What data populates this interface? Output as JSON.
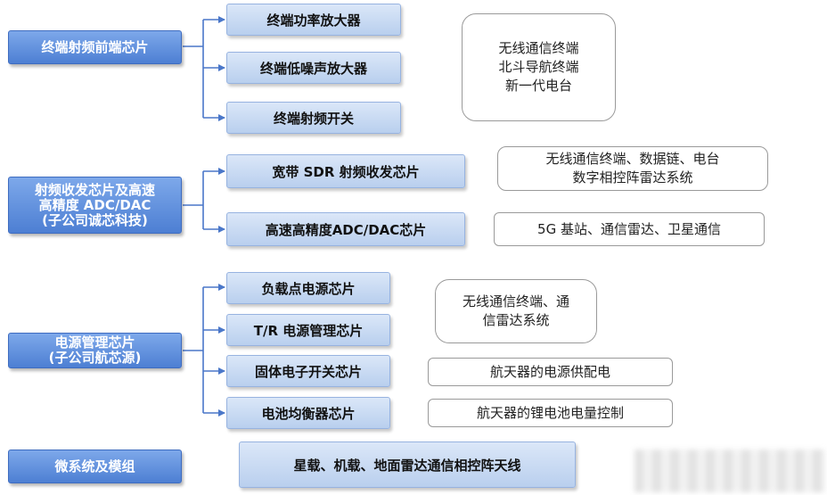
{
  "categories": [
    {
      "lines": [
        "终端射频前端芯片"
      ]
    },
    {
      "lines": [
        "射频收发芯片及高速",
        "高精度 ADC/DAC",
        "(子公司诚芯科技)"
      ]
    },
    {
      "lines": [
        "电源管理芯片",
        "(子公司航芯源)"
      ]
    },
    {
      "lines": [
        "微系统及模组"
      ]
    }
  ],
  "items": [
    "终端功率放大器",
    "终端低噪声放大器",
    "终端射频开关",
    "宽带 SDR 射频收发芯片",
    "高速高精度ADC/DAC芯片",
    "负载点电源芯片",
    "T/R 电源管理芯片",
    "固体电子开关芯片",
    "电池均衡器芯片",
    "星载、机载、地面雷达通信相控阵天线"
  ],
  "notes": [
    {
      "lines": [
        "无线通信终端",
        "北斗导航终端",
        "新一代电台"
      ]
    },
    {
      "lines": [
        "无线通信终端、数据链、电台",
        "数字相控阵雷达系统"
      ]
    },
    {
      "lines": [
        "5G 基站、通信雷达、卫星通信"
      ]
    },
    {
      "lines": [
        "无线通信终端、通",
        "信雷达系统"
      ]
    },
    {
      "lines": [
        "航天器的电源供配电"
      ]
    },
    {
      "lines": [
        "航天器的锂电池电量控制"
      ]
    }
  ],
  "colors": {
    "category_fill": "#5b8ddb",
    "item_fill": "#c7d8f2",
    "connector": "#4a77c9"
  }
}
